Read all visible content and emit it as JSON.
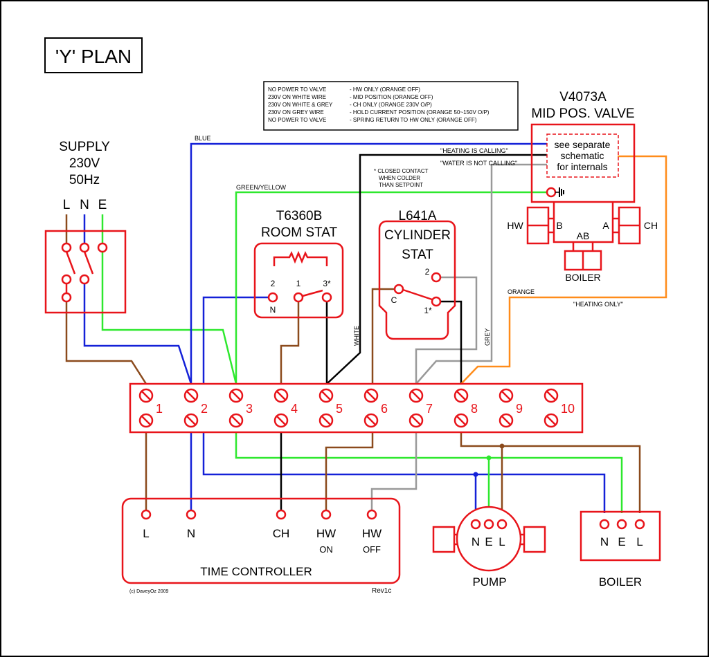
{
  "title": "'Y' PLAN",
  "legend": {
    "rows": [
      {
        "left": "NO POWER TO VALVE",
        "right": "- HW ONLY (ORANGE OFF)"
      },
      {
        "left": "230V ON WHITE WIRE",
        "right": "- MID POSITION (ORANGE OFF)"
      },
      {
        "left": "230V ON WHITE & GREY",
        "right": "- CH ONLY (ORANGE 230V O/P)"
      },
      {
        "left": "230V ON GREY WIRE",
        "right": "- HOLD CURRENT POSITION (ORANGE 50~150V O/P)"
      },
      {
        "left": "NO POWER TO VALVE",
        "right": "- SPRING RETURN TO HW ONLY (ORANGE OFF)"
      }
    ]
  },
  "supply": {
    "line1": "SUPPLY",
    "line2": "230V",
    "line3": "50Hz",
    "l": "L",
    "n": "N",
    "e": "E"
  },
  "room_stat": {
    "model": "T6360B",
    "name": "ROOM STAT",
    "t2": "2",
    "t1": "1",
    "t3": "3*",
    "tn": "N"
  },
  "cylinder_stat": {
    "model": "L641A",
    "name1": "CYLINDER",
    "name2": "STAT",
    "t2": "2",
    "tc": "C",
    "t1": "1*"
  },
  "valve": {
    "model": "V4073A",
    "name": "MID POS. VALVE",
    "note1": "see separate",
    "note2": "schematic",
    "note3": "for internals",
    "hw": "HW",
    "ch": "CH",
    "b": "B",
    "a": "A",
    "ab": "AB",
    "boiler": "BOILER"
  },
  "wire_labels": {
    "blue": "BLUE",
    "green_yellow": "GREEN/YELLOW",
    "white": "WHITE",
    "grey": "GREY",
    "orange": "ORANGE",
    "heating_calling": "\"HEATING IS CALLING\"",
    "water_not_calling": "\"WATER IS NOT CALLING\"",
    "heating_only": "\"HEATING ONLY\"",
    "closed_contact_1": "* CLOSED CONTACT",
    "closed_contact_2": "WHEN COLDER",
    "closed_contact_3": "THAN SETPOINT"
  },
  "terminal_strip": {
    "numbers": [
      "1",
      "2",
      "3",
      "4",
      "5",
      "6",
      "7",
      "8",
      "9",
      "10"
    ]
  },
  "time_controller": {
    "name": "TIME CONTROLLER",
    "l": "L",
    "n": "N",
    "ch": "CH",
    "hw_on_1": "HW",
    "hw_on_2": "ON",
    "hw_off_1": "HW",
    "hw_off_2": "OFF",
    "copyright": "(c) DaveyOz 2009",
    "rev": "Rev1c"
  },
  "pump": {
    "name": "PUMP",
    "n": "N",
    "e": "E",
    "l": "L"
  },
  "boiler": {
    "name": "BOILER",
    "n": "N",
    "e": "E",
    "l": "L"
  }
}
